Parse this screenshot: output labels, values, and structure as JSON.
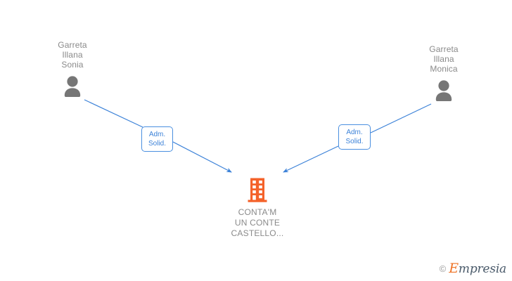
{
  "diagram": {
    "title": "Corporate relationship diagram",
    "background_color": "#ffffff",
    "person_color": "#767676",
    "company_color": "#f4622a",
    "edge_color": "#3c82d8",
    "label_text_color": "#3c82d8",
    "node_text_color": "#8a8a8a",
    "nodes": [
      {
        "id": "person-left",
        "type": "person",
        "icon": "person-icon",
        "label": "Garreta\nIllana\nSonia"
      },
      {
        "id": "person-right",
        "type": "person",
        "icon": "person-icon",
        "label": "Garreta\nIllana\nMonica"
      },
      {
        "id": "company-center",
        "type": "company",
        "icon": "building-icon",
        "label": "CONTA'M\nUN CONTE\nCASTELLO..."
      }
    ],
    "edges": [
      {
        "id": "edge-left",
        "from": "person-left",
        "to": "company-center",
        "label": "Adm.\nSolid.",
        "arrow": "arrowhead-icon"
      },
      {
        "id": "edge-right",
        "from": "person-right",
        "to": "company-center",
        "label": "Adm.\nSolid.",
        "arrow": "arrowhead-icon"
      }
    ]
  },
  "watermark": {
    "copyright": "©",
    "brand_initial": "E",
    "brand_rest": "mpresia"
  }
}
